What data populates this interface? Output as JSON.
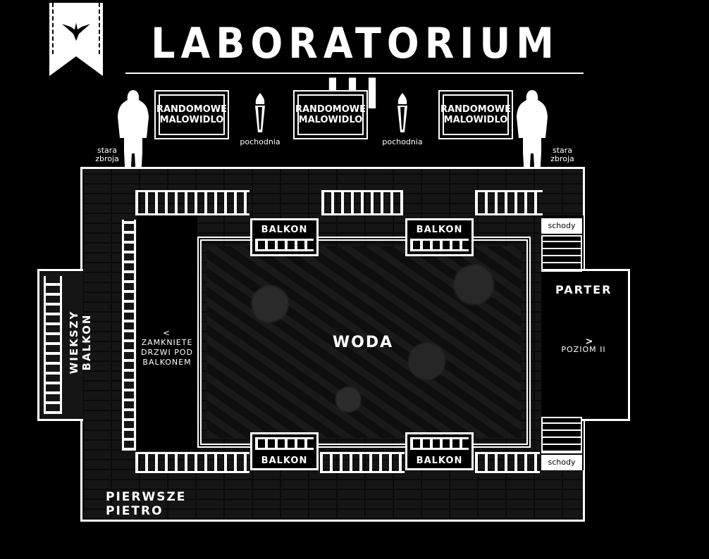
{
  "header": {
    "title": "LABORATORIUM III",
    "emblem_icon": "eagle-icon"
  },
  "wall": {
    "paintings": [
      "RANDOMOWE MALOWIDLO",
      "RANDOMOWE MALOWIDLO",
      "RANDOMOWE MALOWIDLO"
    ],
    "torches": [
      "pochodnia",
      "pochodnia"
    ],
    "armors": [
      "stara zbroja",
      "stara zbroja"
    ]
  },
  "map": {
    "water_label": "WODA",
    "balconies": [
      "BALKON",
      "BALKON",
      "BALKON",
      "BALKON"
    ],
    "big_balcony": "WIEKSZY BALKON",
    "door_arrow": "<",
    "door_label": "ZAMKNIETE DRZWI POD BALKONEM",
    "stairs": [
      "schody",
      "schody"
    ],
    "ground_floor": "PARTER",
    "level_arrow": ">",
    "level_label": "POZIOM II",
    "first_floor": "PIERWSZE PIETRO"
  },
  "colors": {
    "background": "#000000",
    "lines": "#ffffff",
    "floor": "#151515"
  }
}
